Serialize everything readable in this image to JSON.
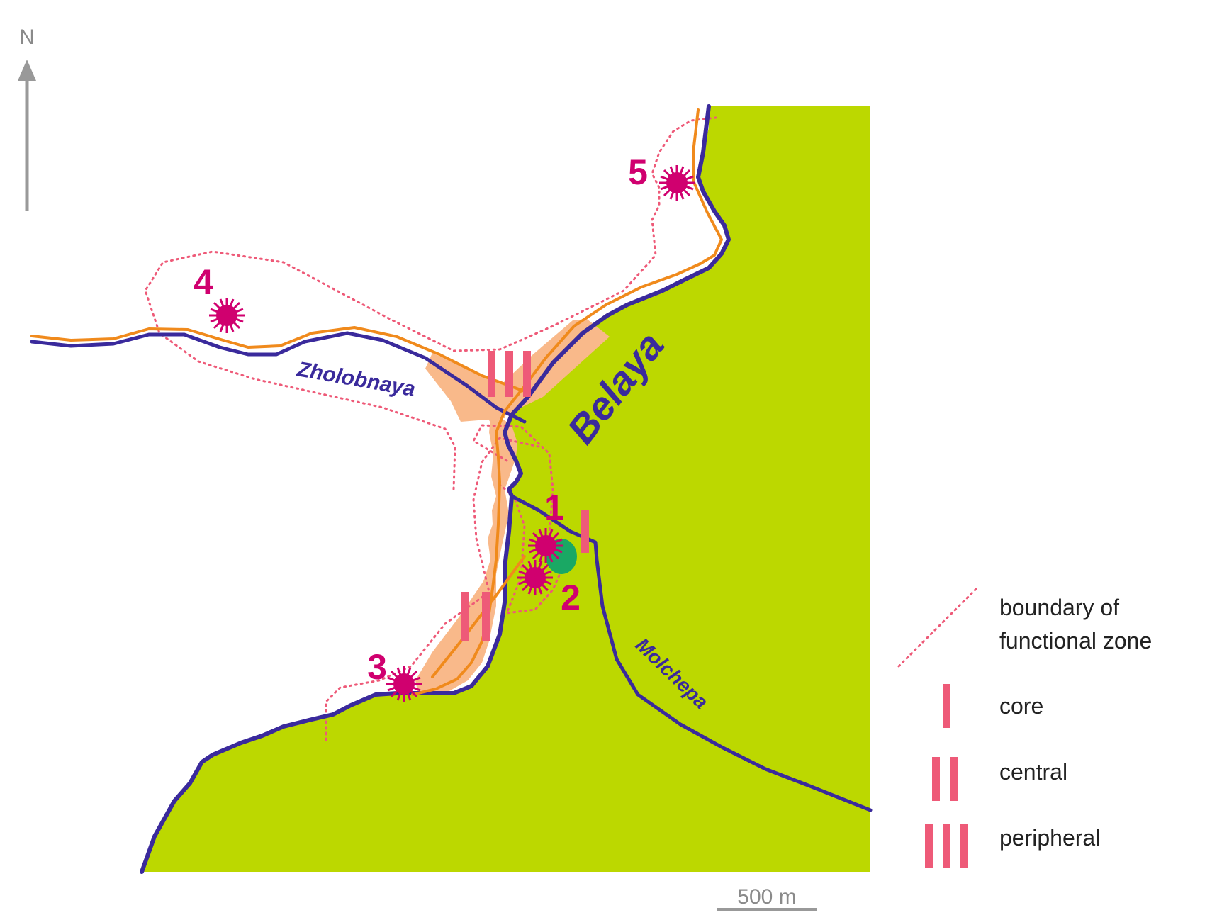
{
  "north_label": "N",
  "scale_label": "500 m",
  "rivers": {
    "main": "Belaya",
    "west": "Zholobnaya",
    "south": "Molchepa"
  },
  "sites": [
    "1",
    "2",
    "3",
    "4",
    "5"
  ],
  "zones": {
    "core_mark": "I",
    "central_mark": "II",
    "peripheral_mark": "III"
  },
  "legend": {
    "boundary_line1": "boundary of",
    "boundary_line2": "functional zone",
    "core": "core",
    "central": "central",
    "peripheral": "peripheral"
  },
  "colors": {
    "terrain": "#bcd800",
    "river": "#3a2a9c",
    "road": "#f08a1c",
    "settlement": "#f9b98a",
    "site": "#d0006f",
    "zone_mark": "#ee5a78",
    "boundary": "#ee5a78",
    "green_spot": "#1aa864"
  },
  "icons": {
    "site": "starburst-icon",
    "north": "north-arrow-icon"
  }
}
